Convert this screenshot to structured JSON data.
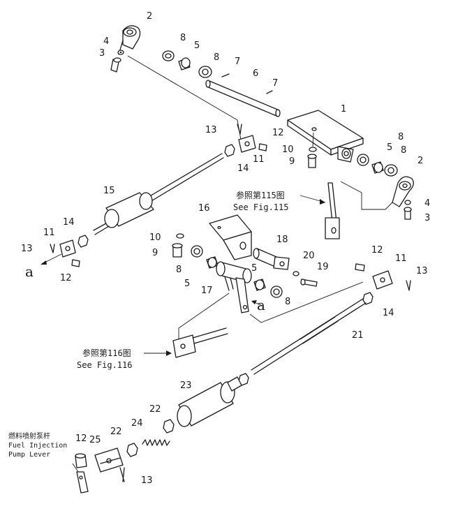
{
  "callouts": {
    "n1": "1",
    "n2a": "2",
    "n2b": "2",
    "n3a": "3",
    "n3b": "3",
    "n4a": "4",
    "n4b": "4",
    "n5a": "5",
    "n5b": "5",
    "n5c": "5",
    "n5d": "5",
    "n6": "6",
    "n7a": "7",
    "n7b": "7",
    "n8a": "8",
    "n8b": "8",
    "n8c": "8",
    "n8d": "8",
    "n8e": "8",
    "n8f": "8",
    "n9a": "9",
    "n9b": "9",
    "n10a": "10",
    "n10b": "10",
    "n11a": "11",
    "n11b": "11",
    "n11c": "11",
    "n12a": "12",
    "n12b": "12",
    "n12c": "12",
    "n12d": "12",
    "n13a": "13",
    "n13b": "13",
    "n13c": "13",
    "n13d": "13",
    "n14a": "14",
    "n14b": "14",
    "n14c": "14",
    "n15": "15",
    "n16": "16",
    "n17": "17",
    "n18": "18",
    "n19": "19",
    "n20": "20",
    "n21": "21",
    "n22a": "22",
    "n22b": "22",
    "n23": "23",
    "n24": "24",
    "n25": "25"
  },
  "markers": {
    "a_left": "a",
    "a_mid": "a"
  },
  "refs": {
    "fig115_cn": "参照第115图",
    "fig115_en": "See Fig.115",
    "fig116_cn": "参照第116图",
    "fig116_en": "See Fig.116",
    "lever_cn": "燃料喷射泵杆",
    "lever_en1": "Fuel Injection",
    "lever_en2": "Pump Lever"
  }
}
